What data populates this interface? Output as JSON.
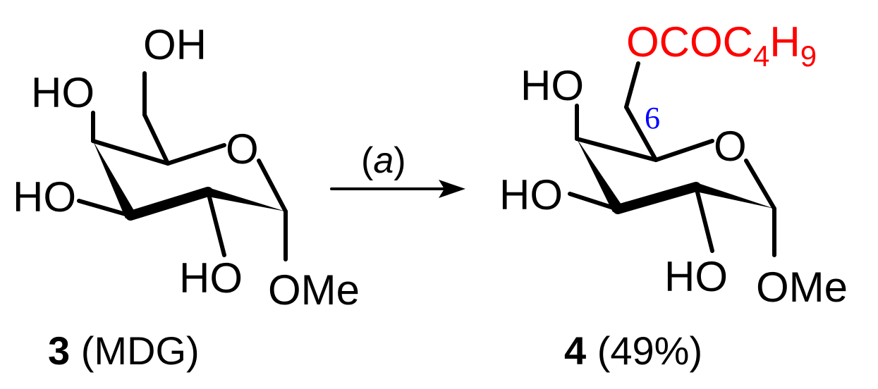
{
  "reactant": {
    "atoms": {
      "oh_top": "OH",
      "ho_upper": "HO",
      "ring_o": "O",
      "ho_middle": "HO",
      "ho_lower": "HO",
      "ome": "OMe"
    },
    "number": "3",
    "name": "(MDG)"
  },
  "arrow": {
    "reagent": "a",
    "open_paren": "(",
    "close_paren": ")"
  },
  "product": {
    "atoms": {
      "ester_main": "OCOC",
      "ester_sub1": "4",
      "ester_h": "H",
      "ester_sub2": "9",
      "ho_upper": "HO",
      "ring_o": "O",
      "ho_middle": "HO",
      "ho_lower": "HO",
      "ome": "OMe"
    },
    "position_label": "6",
    "number": "4",
    "yield": "(49%)"
  },
  "colors": {
    "ester": "#ff0000",
    "position_label": "#0000ff",
    "structure": "#000000"
  }
}
